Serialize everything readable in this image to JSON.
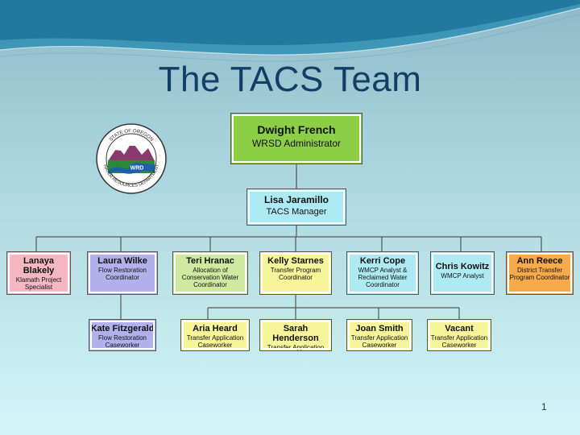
{
  "slide": {
    "title": "The TACS Team",
    "page_number": "1"
  },
  "logo": {
    "arc_top": "STATE OF OREGON",
    "arc_bottom": "WATER RESOURCES DEPARTMENT",
    "center": "WRD"
  },
  "org": {
    "top": {
      "name": "Dwight French",
      "role": "WRSD Administrator"
    },
    "manager": {
      "name": "Lisa Jaramillo",
      "role": "TACS Manager"
    },
    "row1": [
      {
        "name": "Lanaya Blakely",
        "role": "Klamath Project Specialist"
      },
      {
        "name": "Laura Wilke",
        "role": "Flow Restoration Coordinator"
      },
      {
        "name": "Teri Hranac",
        "role": "Allocation of Conservation Water Coordinator"
      },
      {
        "name": "Kelly Starnes",
        "role": "Transfer Program Coordinator"
      },
      {
        "name": "Kerri Cope",
        "role": "WMCP Analyst & Reclaimed Water Coordinator"
      },
      {
        "name": "Chris Kowitz",
        "role": "WMCP Analyst"
      },
      {
        "name": "Ann Reece",
        "role": "District Transfer Program Coordinator"
      }
    ],
    "row2": [
      {
        "name": "Kate Fitzgerald",
        "role": "Flow Restoration Caseworker"
      },
      {
        "name": "Aria Heard",
        "role": "Transfer Application Caseworker"
      },
      {
        "name": "Sarah Henderson",
        "role": "Transfer Application Caseworker"
      },
      {
        "name": "Joan Smith",
        "role": "Transfer Application Caseworker"
      },
      {
        "name": "Vacant",
        "role": "Transfer Application Caseworker"
      }
    ]
  }
}
